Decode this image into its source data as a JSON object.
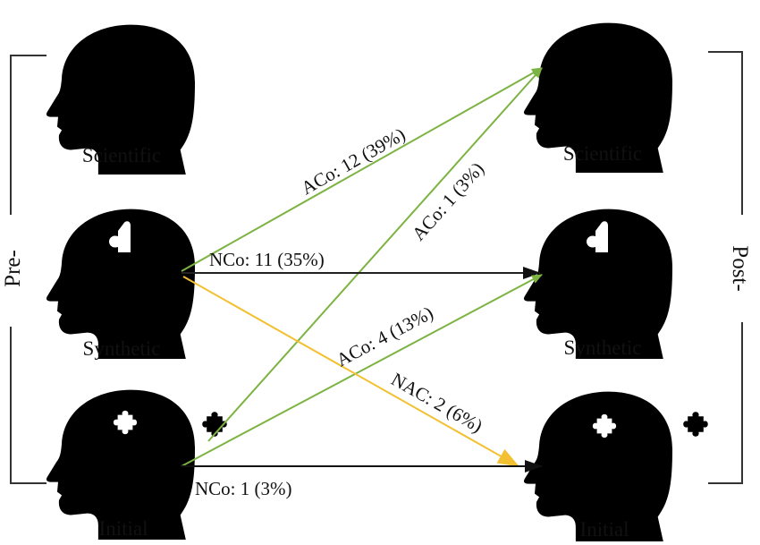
{
  "side_labels": {
    "pre": "Pre-",
    "post": "Post-"
  },
  "pre_column": {
    "scientific": "Scientific",
    "synthetic": "Synthetic",
    "initial": "Initial"
  },
  "post_column": {
    "scientific": "Scientific",
    "synthetic": "Synthetic",
    "initial": "Initial"
  },
  "transitions": {
    "syn_sci": {
      "text": "ACo: 12 (39%)",
      "color": "#7cb342"
    },
    "ini_sci": {
      "text": "ACo: 1 (3%)",
      "color": "#7cb342"
    },
    "syn_syn": {
      "text": "NCo: 11 (35%)",
      "color": "#222222"
    },
    "ini_syn": {
      "text": "ACo: 4 (13%)",
      "color": "#7cb342"
    },
    "syn_ini": {
      "text": "NAC: 2 (6%)",
      "color": "#f2c030"
    },
    "ini_ini": {
      "text": "NCo: 1 (3%)",
      "color": "#111111"
    }
  },
  "icons": {
    "head": "head-silhouette-icon",
    "puzzle": "puzzle-piece-icon"
  }
}
